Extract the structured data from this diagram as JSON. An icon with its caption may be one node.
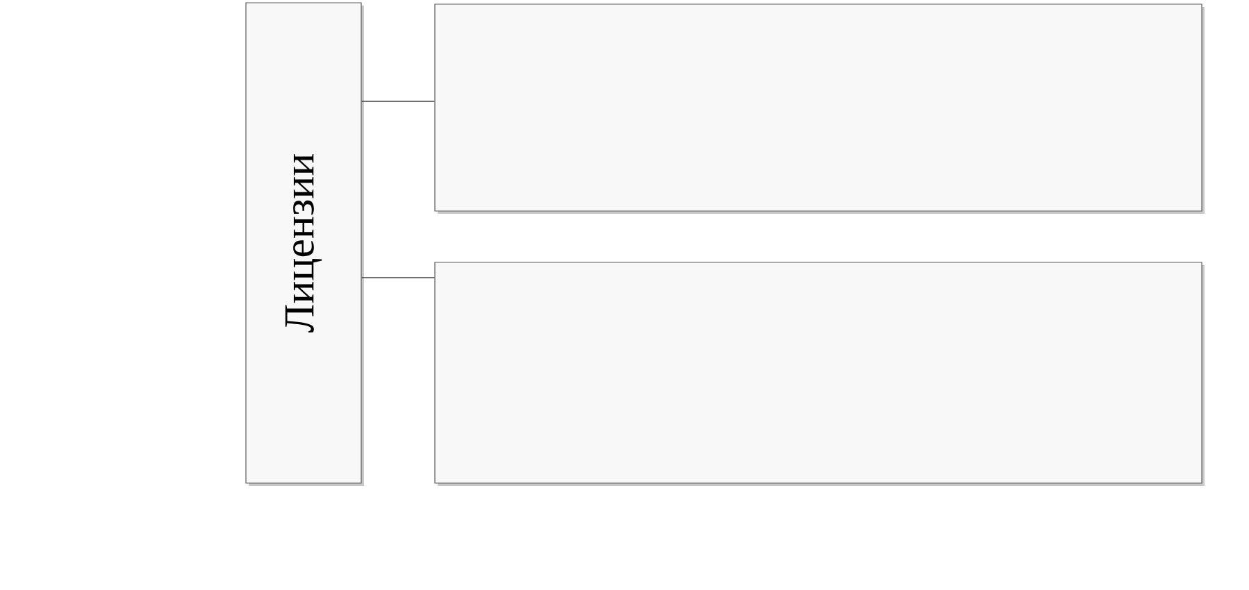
{
  "diagram": {
    "nodes": [
      {
        "text": [
          "Лицензии"
        ]
      },
      {
        "text": [],
        "shape": "box"
      },
      {
        "text": [],
        "shape": "box"
      }
    ],
    "edges": [
      {
        "from": 0,
        "to": 1,
        "arrow": "none"
      },
      {
        "from": 0,
        "to": 2,
        "arrow": "none"
      }
    ]
  }
}
